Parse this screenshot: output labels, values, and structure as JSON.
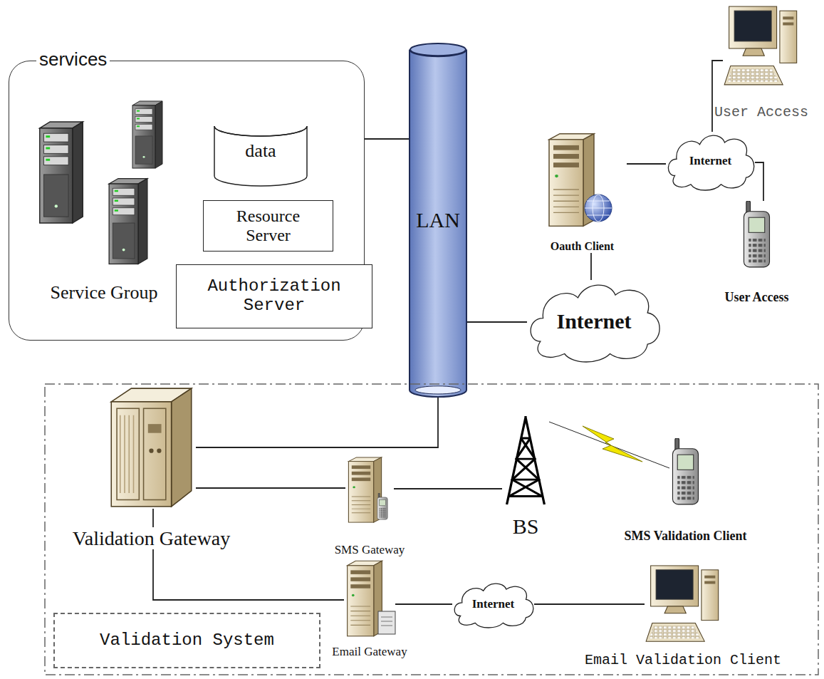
{
  "diagram": {
    "nodes": [
      {
        "text": [
          "services"
        ]
      },
      {
        "text": [
          "data"
        ],
        "in": 0
      },
      {
        "text": [
          "Resource Server"
        ],
        "in": 0
      },
      {
        "text": [
          "Authorization Server"
        ],
        "in": 0
      },
      {
        "text": [
          "Service Group"
        ],
        "in": 0
      },
      {
        "text": [
          "LAN"
        ]
      },
      {
        "text": [
          "User Access"
        ]
      },
      {
        "text": [
          "Oauth Client"
        ]
      },
      {
        "text": [
          "Internet"
        ]
      },
      {
        "text": [
          "User Access"
        ]
      },
      {
        "text": [
          "Internet"
        ]
      },
      {
        "text": [
          "Validation System"
        ]
      },
      {
        "text": [
          "Validation Gateway"
        ],
        "in": 11
      },
      {
        "text": [
          "SMS Gateway"
        ],
        "in": 11
      },
      {
        "text": [
          "BS"
        ],
        "in": 11
      },
      {
        "text": [
          "SMS Validation Client"
        ],
        "in": 11
      },
      {
        "text": [
          "Email Gateway"
        ],
        "in": 11
      },
      {
        "text": [
          "Internet"
        ],
        "in": 11
      },
      {
        "text": [
          "Email Validation Client"
        ],
        "in": 11
      }
    ],
    "edges": [
      {
        "from": 0,
        "to": 5,
        "arrow": "none"
      },
      {
        "from": 5,
        "to": 10,
        "arrow": "none"
      },
      {
        "from": 10,
        "to": 7,
        "arrow": "none"
      },
      {
        "from": 7,
        "to": 8,
        "arrow": "none"
      },
      {
        "from": 8,
        "to": 6,
        "arrow": "none"
      },
      {
        "from": 8,
        "to": 9,
        "arrow": "none"
      },
      {
        "from": 5,
        "to": 12,
        "arrow": "none"
      },
      {
        "from": 12,
        "to": 13,
        "arrow": "none"
      },
      {
        "from": 13,
        "to": 14,
        "arrow": "none"
      },
      {
        "from": 14,
        "to": 15,
        "arrow": "none"
      },
      {
        "from": 12,
        "to": 16,
        "arrow": "none"
      },
      {
        "from": 16,
        "to": 17,
        "arrow": "none"
      },
      {
        "from": 17,
        "to": 18,
        "arrow": "none"
      }
    ]
  }
}
